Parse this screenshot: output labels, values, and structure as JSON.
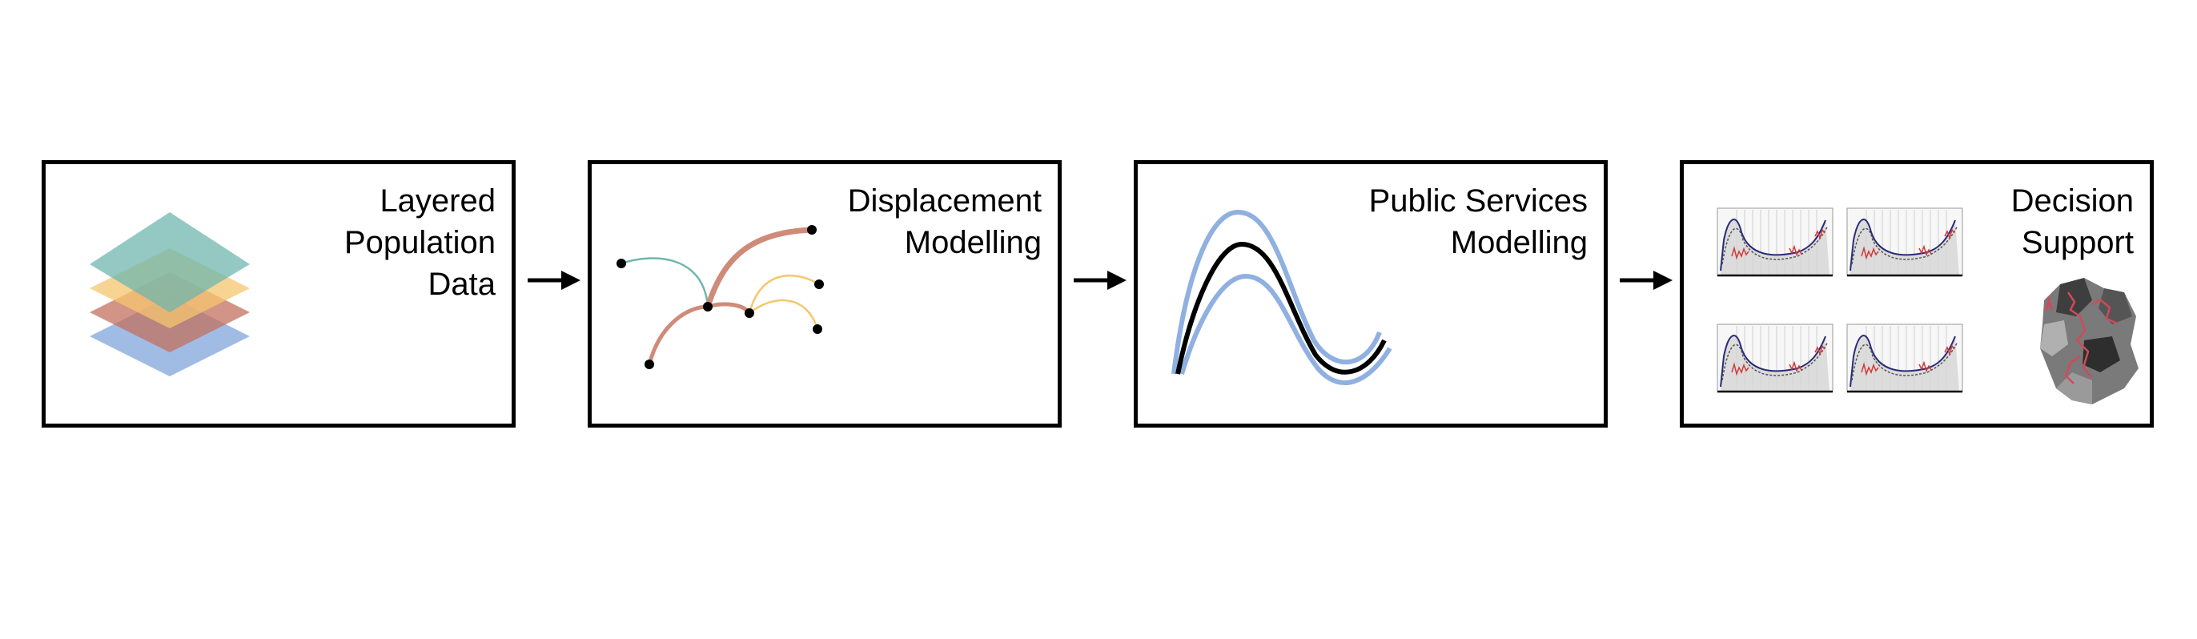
{
  "stages": [
    {
      "title_lines": [
        "Layered",
        "Population",
        "Data"
      ],
      "icon": "stacked-layers-icon"
    },
    {
      "title_lines": [
        "Displacement",
        "Modelling"
      ],
      "icon": "network-flow-icon"
    },
    {
      "title_lines": [
        "Public Services",
        "Modelling"
      ],
      "icon": "uncertainty-curve-icon"
    },
    {
      "title_lines": [
        "Decision",
        "Support"
      ],
      "icon": "plots-and-map-icon"
    }
  ],
  "colors": {
    "teal": "#6fb7ae",
    "yellow": "#f6c66f",
    "red": "#c2705e",
    "blue": "#8fb0e0",
    "salmon": "#cf8b79",
    "border": "#000000"
  }
}
